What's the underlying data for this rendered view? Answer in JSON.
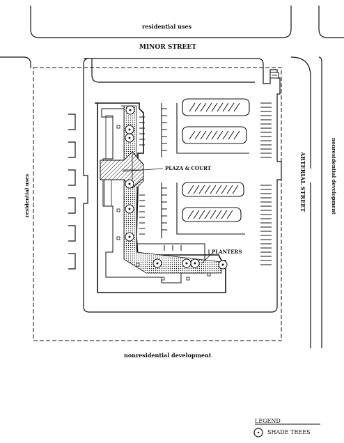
{
  "labels": {
    "top_residential": "residential uses",
    "minor_street": "MINOR STREET",
    "left_residential": "residential uses",
    "right_nonresidential": "nonresidential development",
    "arterial_street": "ARTERIAL STREET",
    "bottom_nonresidential": "nonresidential development",
    "plaza_court": "PLAZA & COURT",
    "planters": "PLANTERS"
  },
  "legend": {
    "title": "LEGEND",
    "items": [
      {
        "icon": "shade-tree-icon",
        "label": "SHADE TREES"
      }
    ]
  }
}
